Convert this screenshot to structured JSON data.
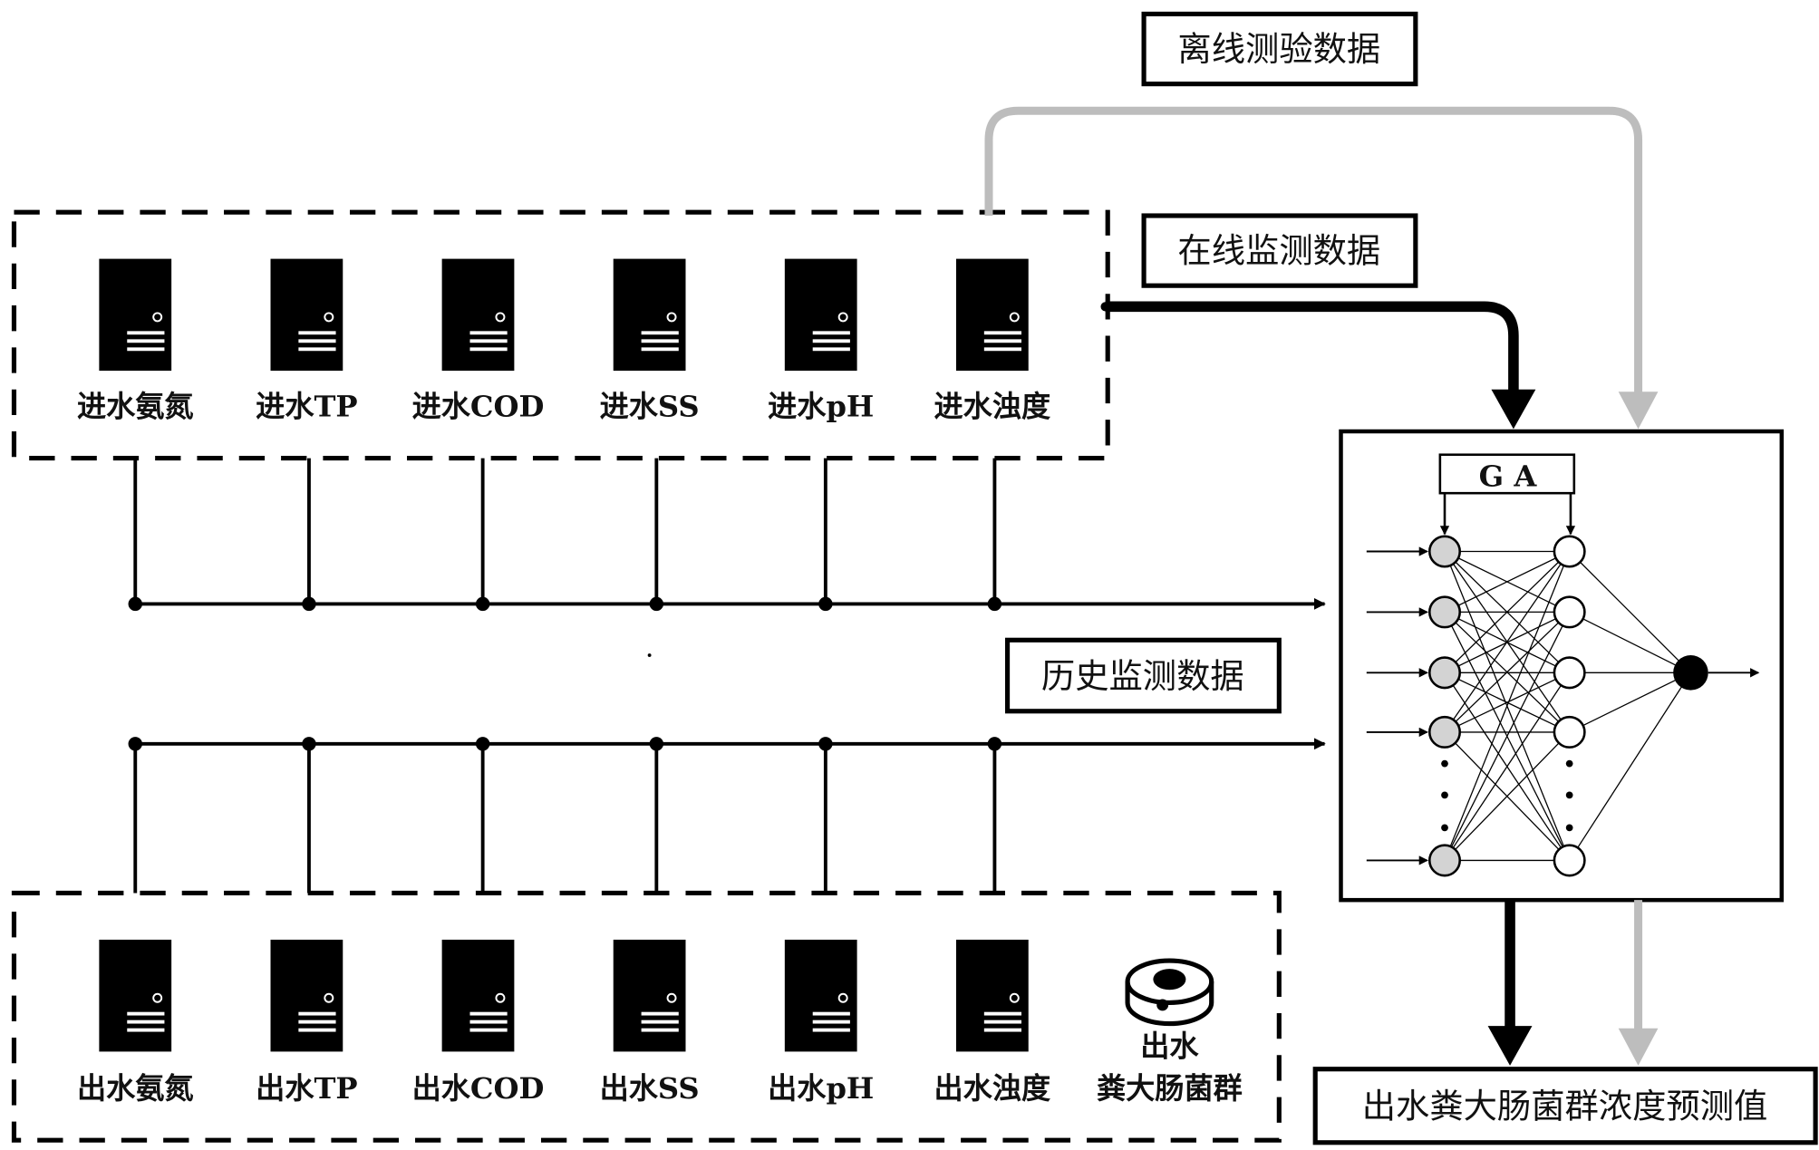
{
  "labels": {
    "offline": "离线测验数据",
    "online": "在线监测数据",
    "history": "历史监测数据",
    "ga": "G A",
    "result": "出水粪大肠菌群浓度预测值"
  },
  "influent": [
    "进水氨氮",
    "进水TP",
    "进水COD",
    "进水SS",
    "进水pH",
    "进水浊度"
  ],
  "effluent": [
    "出水氨氮",
    "出水TP",
    "出水COD",
    "出水SS",
    "出水pH",
    "出水浊度"
  ],
  "fecal": {
    "line1": "出水",
    "line2": "粪大肠菌群"
  },
  "colors": {
    "line": "#000000",
    "offline_path": "#bdbdbd",
    "input_node": "#d3d3d3"
  }
}
